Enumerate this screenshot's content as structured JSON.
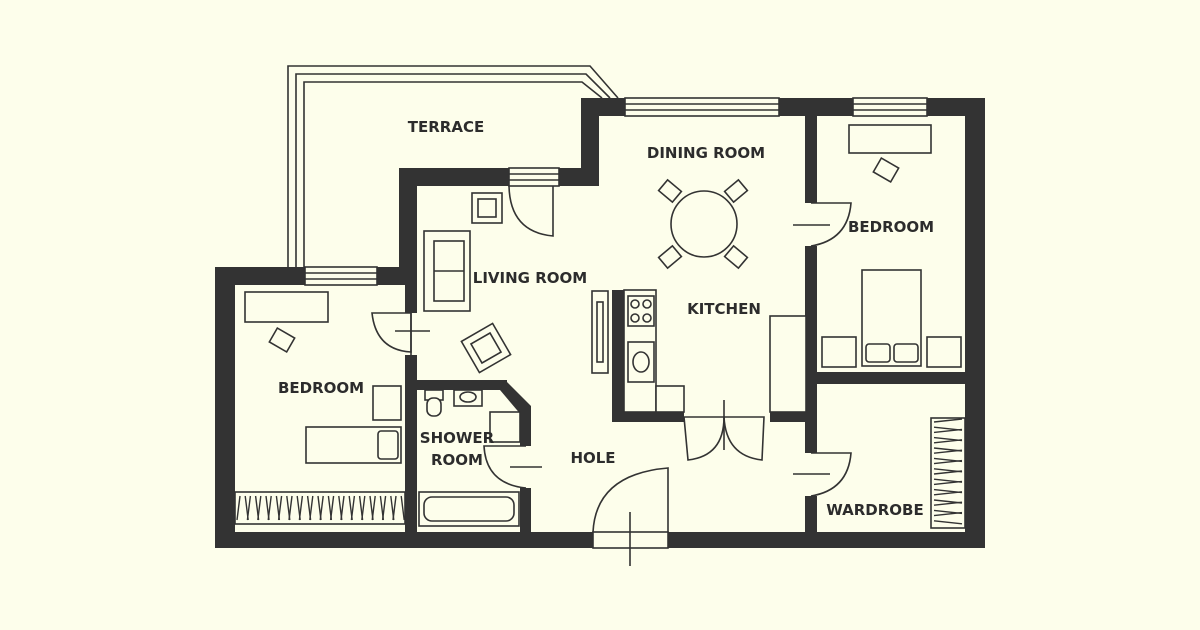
{
  "colors": {
    "background": "#fdfeeb",
    "walls": "#333333",
    "text": "#2c2c2c"
  },
  "rooms": {
    "terrace": "TERRACE",
    "dining_room": "DINING ROOM",
    "bedroom_right": "BEDROOM",
    "living_room": "LIVING ROOM",
    "kitchen": "KITCHEN",
    "bedroom_left": "BEDROOM",
    "shower_room_line1": "SHOWER",
    "shower_room_line2": "ROOM",
    "hole": "HOLE",
    "wardrobe": "WARDROBE"
  }
}
